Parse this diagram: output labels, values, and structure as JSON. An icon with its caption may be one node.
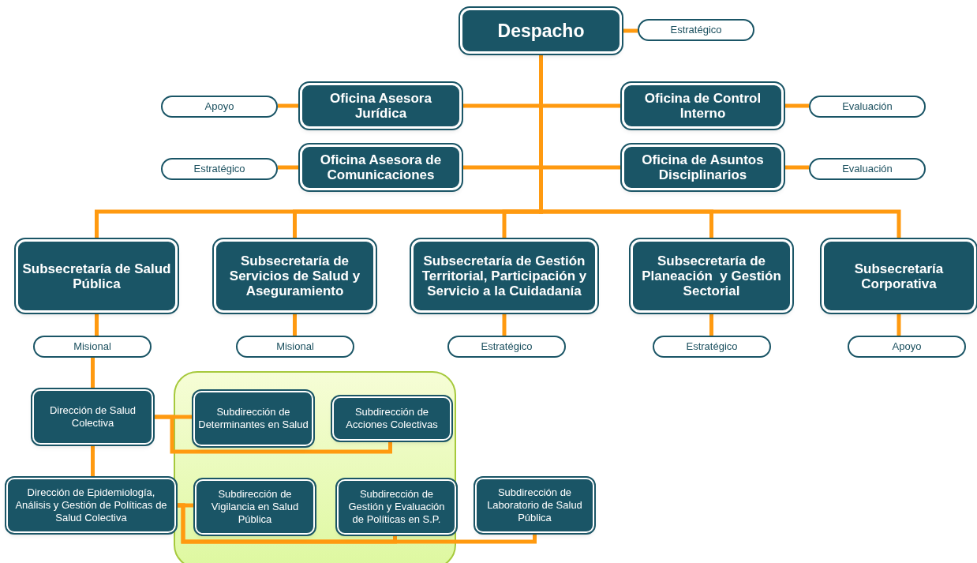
{
  "diagram": {
    "nodes": [
      {
        "text": [
          "Despacho"
        ]
      },
      {
        "text": [
          "Estratégico"
        ]
      },
      {
        "text": [
          "Oficina Asesora Jurídica"
        ]
      },
      {
        "text": [
          "Apoyo"
        ]
      },
      {
        "text": [
          "Oficina de Control Interno"
        ]
      },
      {
        "text": [
          "Evaluación"
        ]
      },
      {
        "text": [
          "Oficina Asesora de Comunicaciones"
        ]
      },
      {
        "text": [
          "Estratégico"
        ]
      },
      {
        "text": [
          "Oficina de Asuntos Disciplinarios"
        ]
      },
      {
        "text": [
          "Evaluación"
        ]
      },
      {
        "text": [
          "Subsecretaría de Salud  Pública"
        ]
      },
      {
        "text": [
          "Misional"
        ]
      },
      {
        "text": [
          "Subsecretaría de Servicios de Salud y Aseguramiento"
        ]
      },
      {
        "text": [
          "Misional"
        ]
      },
      {
        "text": [
          "Subsecretaría de Gestión Territorial, Participación y Servicio a la Cuidadanía"
        ]
      },
      {
        "text": [
          "Estratégico"
        ]
      },
      {
        "text": [
          "Subsecretaría de Planeación  y Gestión Sectorial"
        ]
      },
      {
        "text": [
          "Estratégico"
        ]
      },
      {
        "text": [
          "Subsecretaría Corporativa"
        ]
      },
      {
        "text": [
          "Apoyo"
        ]
      },
      {
        "text": [],
        "shape": "box"
      },
      {
        "text": [
          "Dirección de Salud Colectiva"
        ]
      },
      {
        "text": [
          "Subdirección de Determinantes en Salud"
        ],
        "in": 20
      },
      {
        "text": [
          "Subdirección de Acciones Colectivas"
        ],
        "in": 20
      },
      {
        "text": [
          "Dirección de Epidemiología, Análisis y Gestión de Políticas de Salud Colectiva"
        ]
      },
      {
        "text": [
          "Subdirección de Vigilancia en Salud Pública"
        ],
        "in": 20
      },
      {
        "text": [
          "Subdirección de Gestión y Evaluación de Políticas en S.P."
        ],
        "in": 20
      },
      {
        "text": [
          "Subdirección de Laboratorio de Salud Pública"
        ]
      }
    ],
    "edges": [
      {
        "from": 0,
        "to": 1,
        "arrow": "none"
      },
      {
        "from": 0,
        "to": 2,
        "arrow": "none"
      },
      {
        "from": 0,
        "to": 4,
        "arrow": "none"
      },
      {
        "from": 0,
        "to": 6,
        "arrow": "none"
      },
      {
        "from": 0,
        "to": 8,
        "arrow": "none"
      },
      {
        "from": 2,
        "to": 3,
        "arrow": "none"
      },
      {
        "from": 4,
        "to": 5,
        "arrow": "none"
      },
      {
        "from": 6,
        "to": 7,
        "arrow": "none"
      },
      {
        "from": 8,
        "to": 9,
        "arrow": "none"
      },
      {
        "from": 0,
        "to": 10,
        "arrow": "none"
      },
      {
        "from": 0,
        "to": 12,
        "arrow": "none"
      },
      {
        "from": 0,
        "to": 14,
        "arrow": "none"
      },
      {
        "from": 0,
        "to": 16,
        "arrow": "none"
      },
      {
        "from": 0,
        "to": 18,
        "arrow": "none"
      },
      {
        "from": 10,
        "to": 11,
        "arrow": "none"
      },
      {
        "from": 12,
        "to": 13,
        "arrow": "none"
      },
      {
        "from": 14,
        "to": 15,
        "arrow": "none"
      },
      {
        "from": 16,
        "to": 17,
        "arrow": "none"
      },
      {
        "from": 18,
        "to": 19,
        "arrow": "none"
      },
      {
        "from": 11,
        "to": 21,
        "arrow": "none"
      },
      {
        "from": 21,
        "to": 22,
        "arrow": "none"
      },
      {
        "from": 21,
        "to": 23,
        "arrow": "none"
      },
      {
        "from": 21,
        "to": 24,
        "arrow": "none"
      },
      {
        "from": 24,
        "to": 25,
        "arrow": "none"
      },
      {
        "from": 24,
        "to": 26,
        "arrow": "none"
      },
      {
        "from": 24,
        "to": 27,
        "arrow": "none"
      }
    ]
  }
}
